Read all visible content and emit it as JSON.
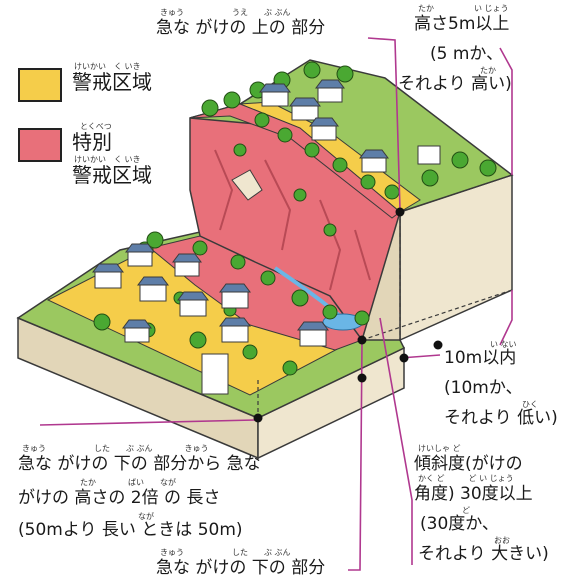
{
  "colors": {
    "caution": "#f5cd4a",
    "special": "#e8707a",
    "special_dark": "#b84a55",
    "grass": "#9bc860",
    "grass_dark": "#6e9c3c",
    "soil_side": "#efe6cf",
    "soil_front": "#e2d6b8",
    "callout_line": "#b0388f",
    "marker": "#111111"
  },
  "legend": {
    "caution": {
      "label": "警戒区域",
      "ruby": "けいかい　く いき"
    },
    "special": {
      "label_line1": "特別",
      "label_line2": "警戒区域",
      "ruby_line1": "とくべつ",
      "ruby_line2": "けいかい　く いき"
    }
  },
  "callouts": {
    "top_of_cliff": {
      "text": "急な がけの 上の 部分",
      "ruby": "きゅう　　　　　　うえ　　ぶ ぶん"
    },
    "height": {
      "line1": "高さ5m以上",
      "line2": "(5 mか、",
      "line3": "それより 高い)",
      "ruby1": "たか　　　　　い じょう",
      "ruby3": "たか"
    },
    "within_10m": {
      "line1": "10m以内",
      "line2": "(10mか、",
      "line3": "それより 低い)",
      "ruby1": "い ない",
      "ruby3": "ひく"
    },
    "slope": {
      "line1": "傾斜度(がけの",
      "line2": "角度) 30度以上",
      "line3": "(30度か、",
      "line4": "それより 大きい)",
      "ruby1": "けいしゃ ど",
      "ruby2": "かく ど　　　ど い じょう",
      "ruby3": "ど",
      "ruby4": "おお"
    },
    "below_2x": {
      "line1": "急な がけの 下の 部分から 急な",
      "line2": "がけの 高さの 2倍 の 長さ",
      "line3": "(50mより 長い ときは 50m)",
      "ruby1": "きゅう　　　　　　した　　ぶ ぶん　　　　きゅう",
      "ruby2": "たか　　　　ばい　　なが",
      "ruby3": "なが"
    },
    "bottom_of_cliff": {
      "text": "急な がけの 下の 部分",
      "ruby": "きゅう　　　　　　した　　ぶ ぶん"
    }
  }
}
